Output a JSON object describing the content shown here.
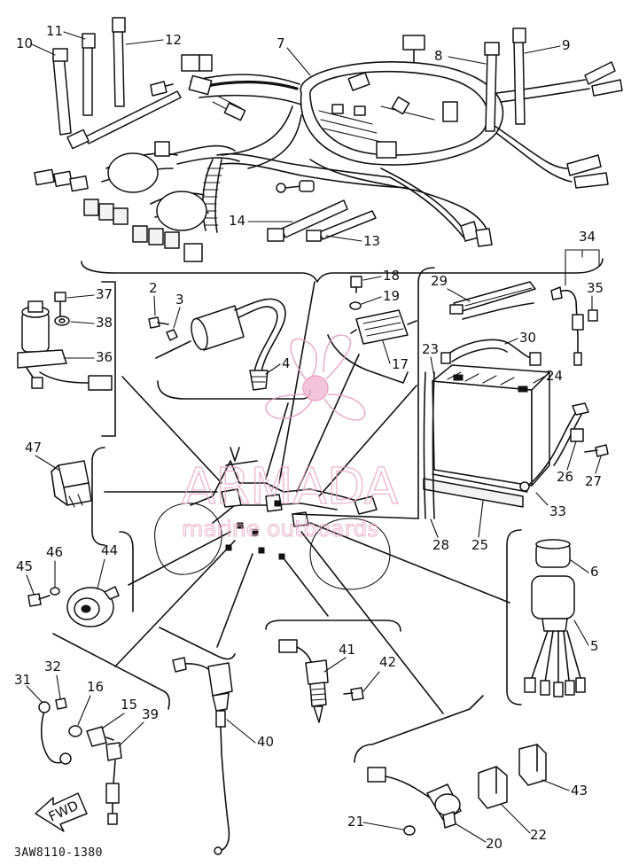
{
  "watermark": {
    "brand": "ARMADA",
    "tagline": "marine outboards",
    "color": "#e8a8c4"
  },
  "diagram_code": "3AW8110-1380",
  "arrow_label": "FWD",
  "callouts": [
    "2",
    "3",
    "4",
    "5",
    "6",
    "7",
    "8",
    "9",
    "10",
    "11",
    "12",
    "13",
    "14",
    "15",
    "16",
    "17",
    "18",
    "19",
    "20",
    "21",
    "22",
    "23",
    "24",
    "25",
    "26",
    "27",
    "28",
    "29",
    "30",
    "31",
    "32",
    "33",
    "34",
    "35",
    "36",
    "37",
    "38",
    "39",
    "40",
    "41",
    "42",
    "43",
    "44",
    "45",
    "46",
    "47"
  ]
}
